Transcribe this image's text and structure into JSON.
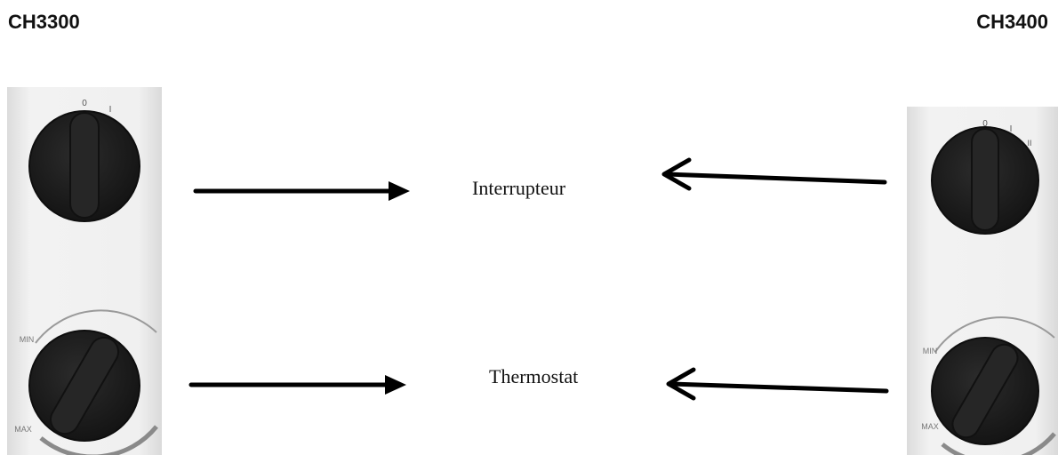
{
  "models": {
    "left": "CH3300",
    "right": "CH3400"
  },
  "callouts": {
    "switch": "Interrupteur",
    "thermostat": "Thermostat"
  },
  "panels": {
    "left": {
      "switch_marks": [
        "0",
        "I"
      ],
      "thermostat_marks": [
        "MIN",
        "MAX"
      ]
    },
    "right": {
      "switch_marks": [
        "0",
        "I",
        "II"
      ],
      "thermostat_marks": [
        "MIN",
        "MAX"
      ]
    }
  },
  "colors": {
    "knob": "#1f1f1f",
    "panel": "#eeeeee",
    "arrow": "#000000",
    "scale_arc": "#9a9a9a"
  }
}
